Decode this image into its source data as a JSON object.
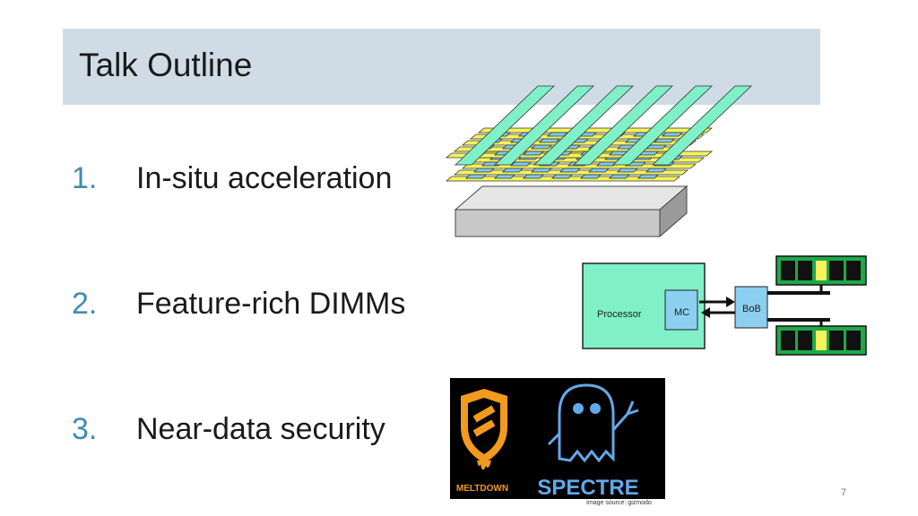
{
  "slide": {
    "title": "Talk Outline",
    "page_number": "7",
    "items": [
      {
        "number": "1.",
        "label": "In-situ acceleration"
      },
      {
        "number": "2.",
        "label": "Feature-rich DIMMs"
      },
      {
        "number": "3.",
        "label": "Near-data security"
      }
    ]
  },
  "dimm_diagram": {
    "processor_label": "Processor",
    "mc_label": "MC",
    "bob_label": "BoB"
  },
  "security_image": {
    "meltdown_label": "MELTDOWN",
    "spectre_label": "SPECTRE",
    "source_caption": "Image source:  gizmodo"
  },
  "colors": {
    "title_bar": "#cfdce6",
    "number_accent": "#3f8bb5",
    "crossbar_top": "#7ff0c8",
    "crossbar_mid": "#f4f45a",
    "crossbar_cell": "#7fc8f0",
    "processor_fill": "#7ff0c8",
    "mc_fill": "#8ccff0",
    "meltdown_orange": "#f29a1e",
    "spectre_blue": "#62a9e8"
  }
}
